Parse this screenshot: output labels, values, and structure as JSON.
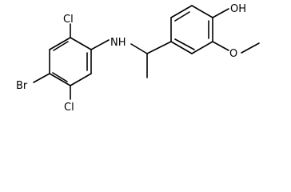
{
  "molecule": {
    "atoms": {
      "hydroxyl": "OH",
      "chlorine_top": "Cl",
      "amine": "NH",
      "bromine": "Br",
      "chlorine_bottom": "Cl",
      "methoxy_oxygen": "O"
    },
    "colors": {
      "bond": "#000000",
      "label": "#000000",
      "background": "#ffffff"
    }
  }
}
